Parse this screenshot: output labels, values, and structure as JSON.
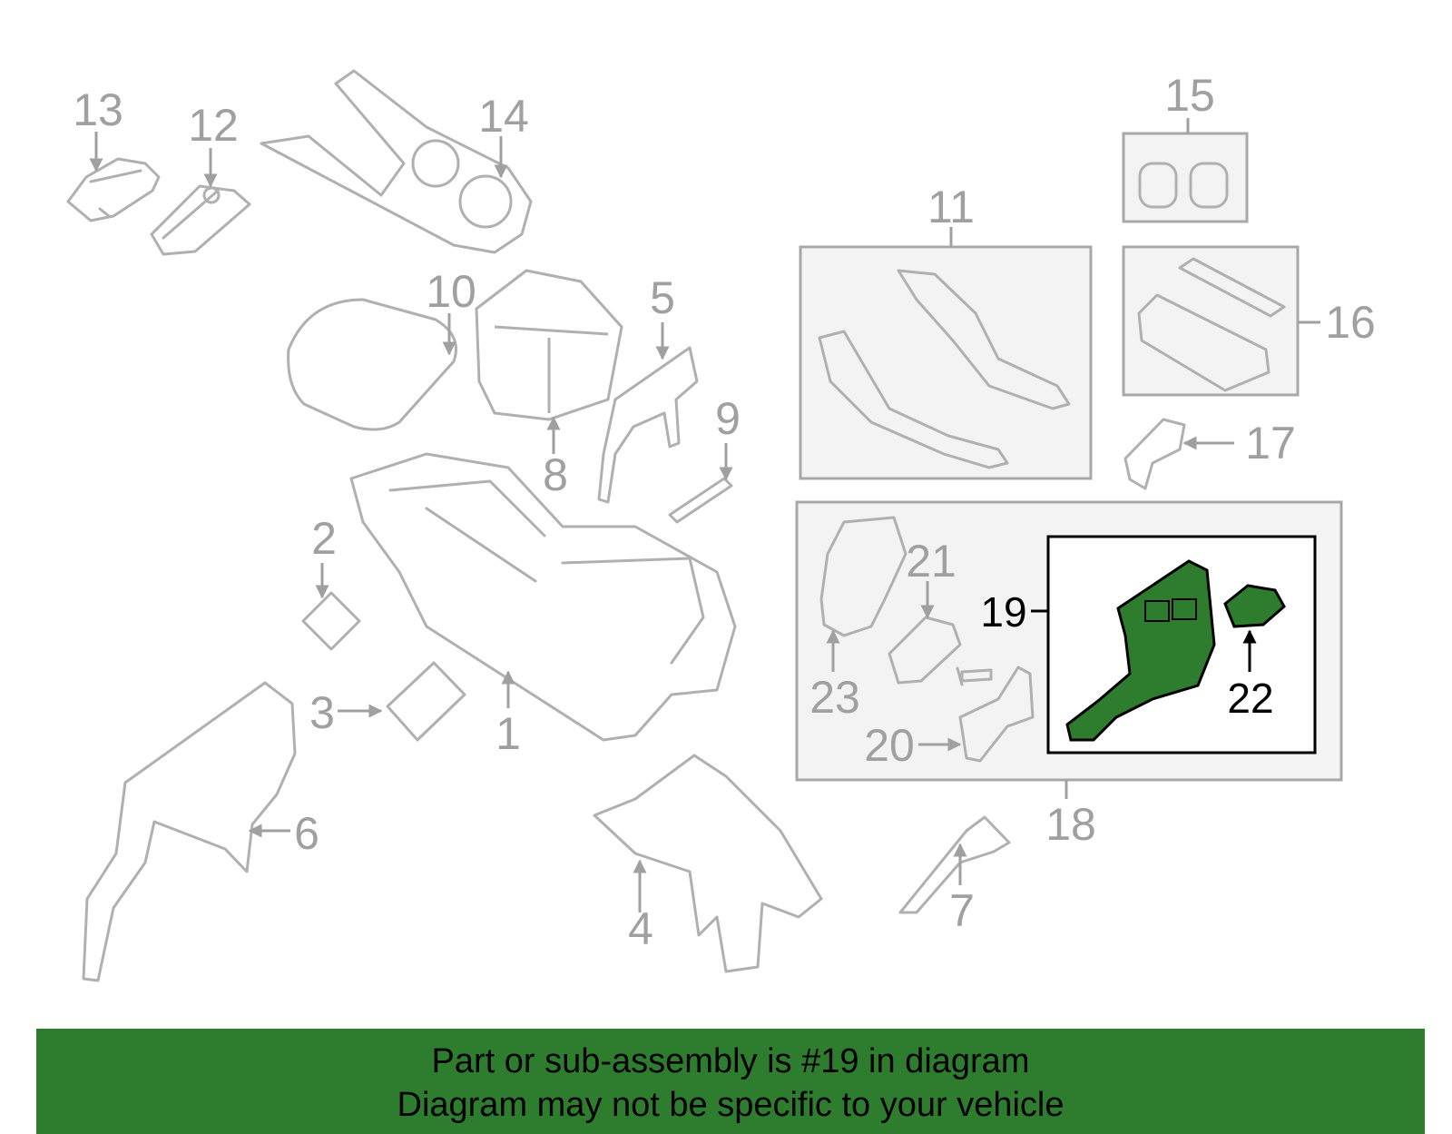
{
  "callouts": [
    "1",
    "2",
    "3",
    "4",
    "5",
    "6",
    "7",
    "8",
    "9",
    "10",
    "11",
    "12",
    "13",
    "14",
    "15",
    "16",
    "17",
    "18",
    "19",
    "20",
    "21",
    "22",
    "23"
  ],
  "highlight": {
    "part_number": "19",
    "color": "#2e7d2e"
  },
  "banner": {
    "line1": "Part or sub-assembly is #19 in diagram",
    "line2": "Diagram may not be specific to your vehicle",
    "background": "#2e7d2e"
  }
}
